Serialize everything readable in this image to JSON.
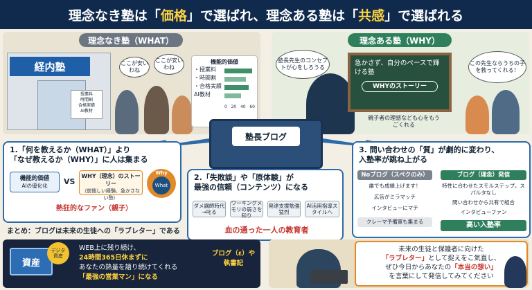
{
  "header": {
    "title_part1": "理念なき塾は「",
    "title_hl1": "価格",
    "title_part2": "」で選ばれ、理念ある塾は「",
    "title_hl2": "共感",
    "title_part3": "」で選ばれる"
  },
  "left_panel": {
    "label": "理念なき塾（WHAT）",
    "shop_sign": "経内塾",
    "poster_lines": [
      "授業料",
      "時間割",
      "合格実績",
      "AI教材"
    ],
    "bubble1": "ここが安いわね",
    "bubble2": "ここが安いわね",
    "chart_title": "機能的価値",
    "chart_items": [
      "・授業料",
      "・時間割",
      "・合格実績",
      "AI教材"
    ],
    "chart_axis": [
      "0",
      "20",
      "40",
      "60"
    ]
  },
  "right_panel": {
    "label": "理念ある塾（WHY）",
    "bubble_teacher": "塾長先生のコンセプトが心をしろうる",
    "board_text": "急かさず、自分のペースで輝ける塾",
    "board_pill": "WHYのストーリー",
    "caption": "親子者の理感なども心をもうごくれる",
    "bubble_parents": "この先生ならうちの子を救ってくれる！"
  },
  "blog": {
    "screen_label": "塾長ブログ"
  },
  "section1": {
    "title_l1": "1.「何を教えるか（WHAT）」より",
    "title_l2": "「なぜ教えるか（WHY）」に人は集まる",
    "box_left_title": "機能的価値",
    "box_left_sub": "AIの優化化",
    "vs": "VS",
    "box_right_title": "WHY（理念）のストーリー",
    "box_right_sub": "（前惱しい経験、急かさない塾）",
    "circle_outer": "Why",
    "circle_inner": "What",
    "result": "熱狂的なファン（親子）"
  },
  "section2": {
    "title_l1": "2.「失敗談」や「原体験」が",
    "title_l2": "最強の信頼（コンテンツ）になる",
    "steps": [
      "ダメ講師時代→叱る",
      "ワーキングメモリの弱さを知り",
      "発達支援勉強猛烈",
      "AI活用指導スタイルへ"
    ],
    "result": "血の通った一人の教育者"
  },
  "section3": {
    "title_l1": "3. 問い合わせの「質」が劇的に変わり、",
    "title_l2": "入塾率が跳ね上がる",
    "col_left_header": "Noブログ（スペクのみ）",
    "col_left_items": [
      "誰でも成績上げます！",
      "広告がミラマッチ",
      "インタビューにマチ",
      "クレーマ予備軍も集まる"
    ],
    "col_right_header": "ブログ（理念）発信",
    "col_right_items": [
      "特性に合わせたスモルステップ。スパルタなし",
      "問い合わせから共有で組合",
      "インタビューファン"
    ],
    "col_right_result": "高い入塾率"
  },
  "summary": {
    "text": "まとめ：ブログは未来の生徒への「ラブレター」である"
  },
  "bottom_left": {
    "laptop_label": "資産",
    "badge": "デジタ資産",
    "line1": "WEB上に残り続け、",
    "line2": "24時間365日休まずに",
    "line3": "あなたの熱量を語り続けてくれる",
    "line4": "「最強の営業マン」になる",
    "side1": "ブログ（ε）や",
    "side2": "執書記"
  },
  "bottom_right": {
    "line1": "未来の生徒と保護者に向けた",
    "line2a": "「ラブレター」",
    "line2b": "として捉えをこ気直し、",
    "line3a": "ぜひ今日からあなたの",
    "line3b": "「本当の想い」",
    "line4": "を言葉にして発信してみてください"
  },
  "colors": {
    "navy": "#0f2a4d",
    "highlight": "#ffd23f",
    "accent_red": "#c6312a",
    "green": "#2f7f5c",
    "blue": "#2d6aa8"
  }
}
